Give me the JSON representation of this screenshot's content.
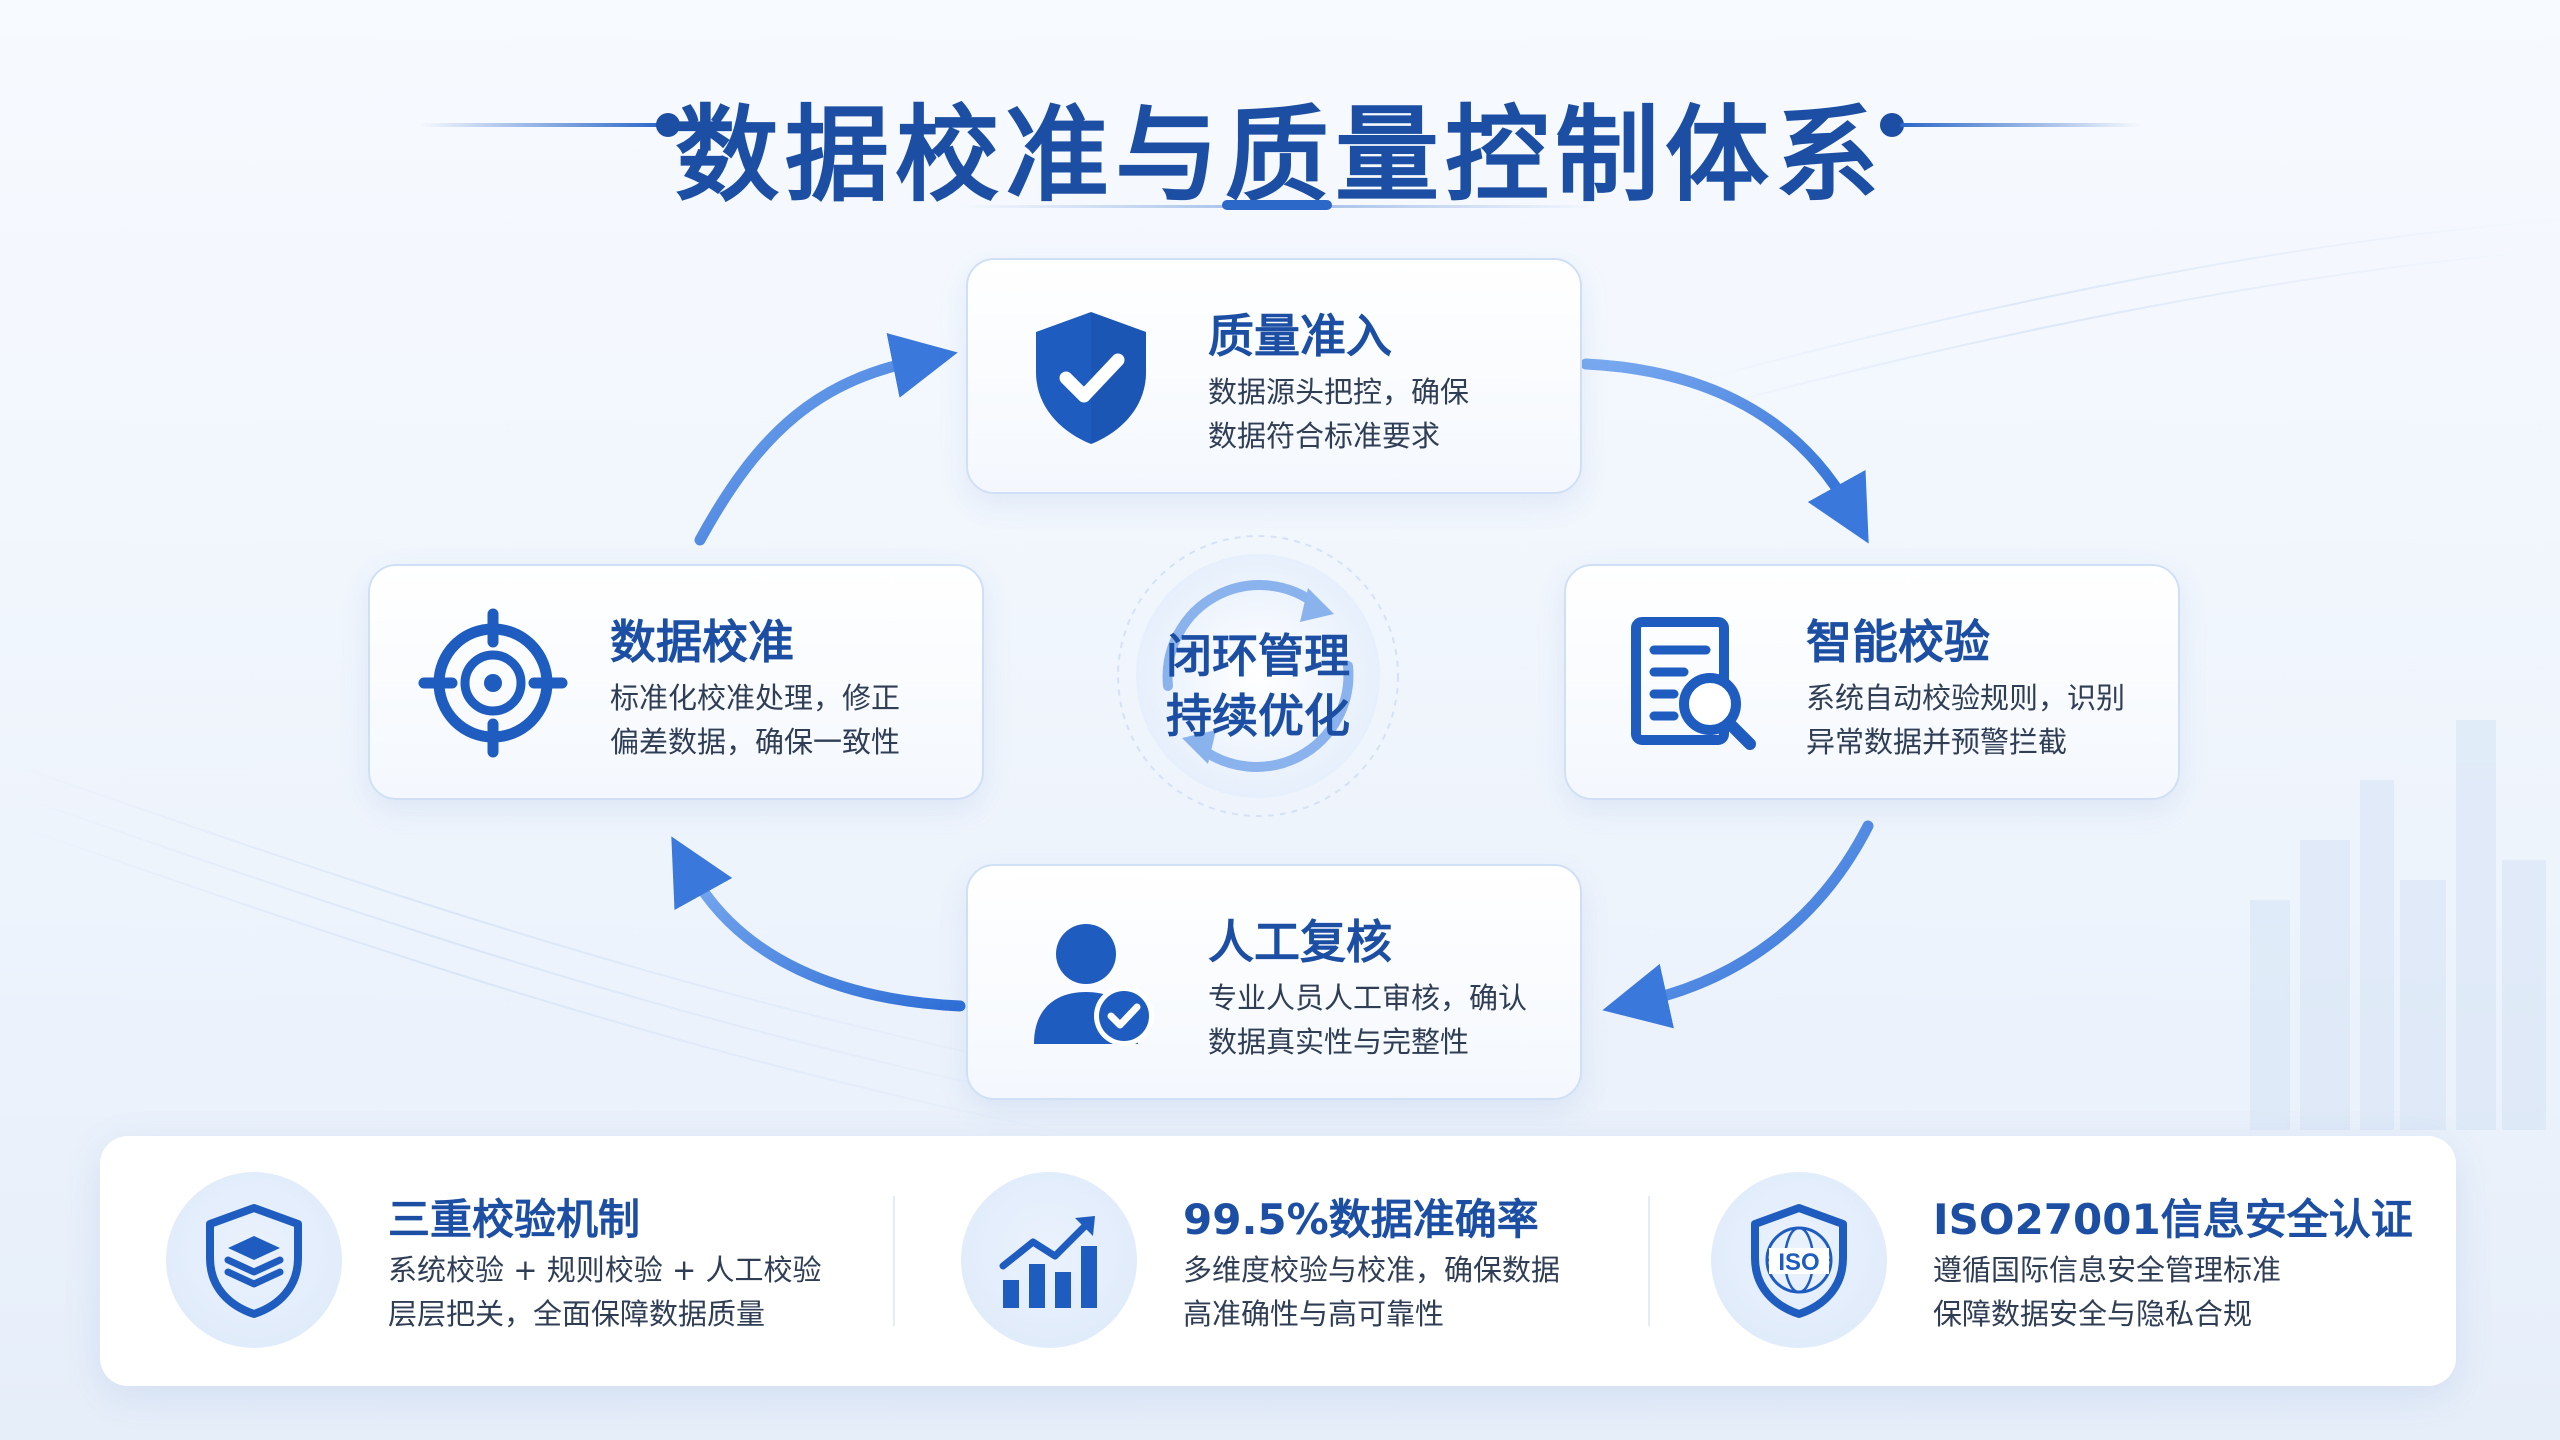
{
  "title": "数据校准与质量控制体系",
  "colors": {
    "primary": "#1c4fa3",
    "accent": "#2c68c8",
    "arrow": "#5b95e6",
    "text": "#2f3d55"
  },
  "center": {
    "line1": "闭环管理",
    "line2": "持续优化",
    "icon": "cycle-arrows-icon"
  },
  "stages": {
    "quality": {
      "title": "质量准入",
      "desc_line1": "数据源头把控，确保",
      "desc_line2": "数据符合标准要求",
      "icon": "shield-check-icon"
    },
    "verify": {
      "title": "智能校验",
      "desc_line1": "系统自动校验规则，识别",
      "desc_line2": "异常数据并预警拦截",
      "icon": "document-search-icon"
    },
    "review": {
      "title": "人工复核",
      "desc_line1": "专业人员人工审核，确认",
      "desc_line2": "数据真实性与完整性",
      "icon": "user-check-icon"
    },
    "calib": {
      "title": "数据校准",
      "desc_line1": "标准化校准处理，修正",
      "desc_line2": "偏差数据，确保一致性",
      "icon": "target-icon"
    }
  },
  "features": [
    {
      "title": "三重校验机制",
      "desc_line1": "系统校验 + 规则校验 + 人工校验",
      "desc_line2": "层层把关，全面保障数据质量",
      "icon": "layers-shield-icon"
    },
    {
      "title": "99.5%数据准确率",
      "desc_line1": "多维度校验与校准，确保数据",
      "desc_line2": "高准确性与高可靠性",
      "icon": "bar-chart-growth-icon"
    },
    {
      "title": "ISO27001信息安全认证",
      "desc_line1": "遵循国际信息安全管理标准",
      "desc_line2": "保障数据安全与隐私合规",
      "icon": "iso-badge-icon",
      "badge_text": "ISO"
    }
  ]
}
